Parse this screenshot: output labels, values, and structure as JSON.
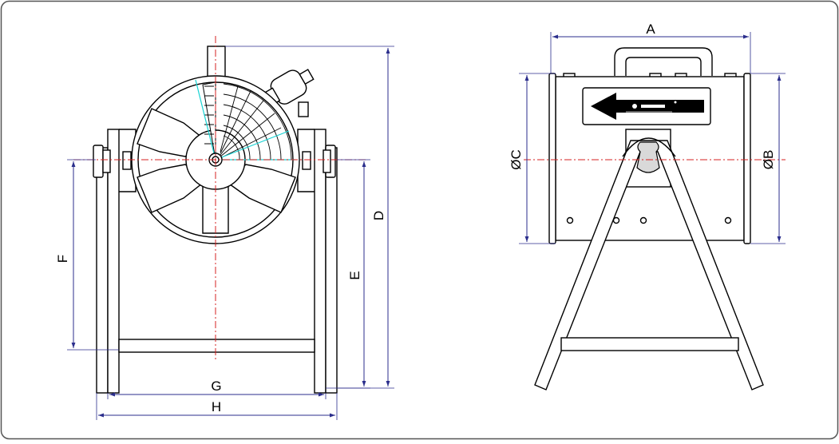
{
  "dimension_labels": {
    "a": "A",
    "b": "ØB",
    "c": "ØC",
    "d": "D",
    "e": "E",
    "f": "F",
    "g": "G",
    "h": "H"
  },
  "colors": {
    "outline": "#000000",
    "dimension": "#2b2e8c",
    "centerline": "#d62020",
    "guard_highlight": "#19d3d3",
    "frame_border": "#555555"
  }
}
